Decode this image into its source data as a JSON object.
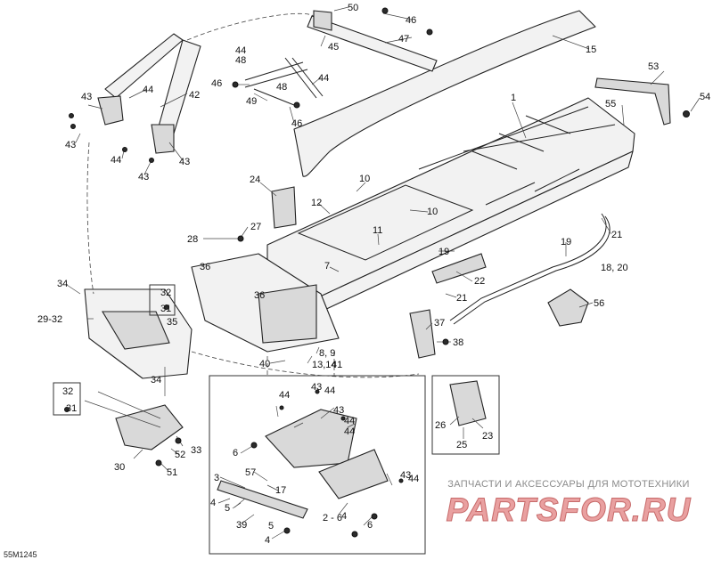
{
  "drawing_code": "55M1245",
  "watermark": {
    "caption": "ЗАПЧАСТИ И АКСЕССУАРЫ ДЛЯ МОТОТЕХНИКИ",
    "logo": "PARTSFOR.RU"
  },
  "callouts": {
    "c1": "1",
    "c3": "3",
    "c4a": "4",
    "c4b": "4",
    "c4c": "4",
    "c5a": "5",
    "c5b": "5",
    "c6a": "6",
    "c6b": "6",
    "c7": "7",
    "c8_9": "8, 9",
    "c10a": "10",
    "c10b": "10",
    "c11": "11",
    "c12": "12",
    "c13_14": "13,14",
    "c15": "15",
    "c17": "17",
    "c18_20": "18, 20",
    "c19a": "19",
    "c19b": "19",
    "c21a": "21",
    "c21b": "21",
    "c22": "22",
    "c23": "23",
    "c24": "24",
    "c25": "25",
    "c26": "26",
    "c26b": "2 - 6",
    "c27": "27",
    "c28": "28",
    "c29_32": "29-32",
    "c30": "30",
    "c31a": "31",
    "c31b": "31",
    "c32a": "32",
    "c32b": "32",
    "c33": "33",
    "c34a": "34",
    "c34b": "34",
    "c35": "35",
    "c36a": "36",
    "c36b": "36",
    "c37": "37",
    "c38": "38",
    "c39": "39",
    "c40": "40",
    "c41": "41",
    "c42": "42",
    "c43a": "43",
    "c43b": "43",
    "c43c": "43",
    "c43d": "43",
    "c43e": "43",
    "c43f": "43",
    "c43g": "43",
    "c44a": "44",
    "c44b": "44",
    "c44c": "44",
    "c44d": "44",
    "c44e": "44",
    "c44f": "44",
    "c44g": "44",
    "c44h": "44",
    "c44i": "44",
    "c45": "45",
    "c46a": "46",
    "c46b": "46",
    "c46c": "46",
    "c47": "47",
    "c48a": "48",
    "c48b": "48",
    "c49": "49",
    "c50": "50",
    "c51": "51",
    "c52": "52",
    "c53": "53",
    "c54": "54",
    "c55": "55",
    "c56": "56",
    "c57": "57"
  }
}
